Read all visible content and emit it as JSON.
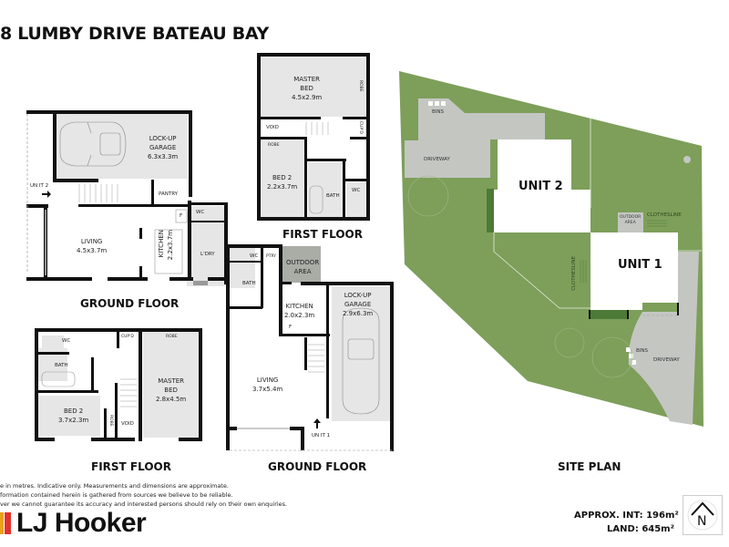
{
  "title": "8 LUMBY DRIVE BATEAU BAY",
  "colors": {
    "wall": "#111111",
    "room_grey": "#e6e6e6",
    "outdoor_grey": "#a9ada6",
    "lawn": "#7d9f5a",
    "driveway": "#c4c6c2",
    "hedge": "#4e7a37",
    "logo_orange": "#e8a21c",
    "logo_red": "#e4312b"
  },
  "unit2": {
    "ground_floor": {
      "label": "GROUND FLOOR",
      "entry": "UN IT 2",
      "rooms": {
        "garage": {
          "name": "LOCK-UP",
          "name2": "GARAGE",
          "size": "6.3x3.3m"
        },
        "pantry": "PANTRY",
        "living": {
          "name": "LIVING",
          "size": "4.5x3.7m"
        },
        "kitchen": {
          "name": "KITCHEN",
          "size": "2.2x3.7m"
        },
        "fridge": "F",
        "wc": "WC",
        "laundry": "L'DRY"
      }
    },
    "first_floor": {
      "label": "FIRST FLOOR",
      "rooms": {
        "master": {
          "name": "MASTER",
          "name2": "BED",
          "size": "4.5x2.9m"
        },
        "robe_master": "ROBE",
        "void": "VOID",
        "cupd": "CUP'D",
        "robe_bed2": "ROBE",
        "bed2": {
          "name": "BED 2",
          "size": "2.2x3.7m"
        },
        "bath": "BATH",
        "wc": "WC"
      }
    }
  },
  "unit1": {
    "ground_floor": {
      "label": "GROUND FLOOR",
      "entry": "UN IT 1",
      "rooms": {
        "wc": "WC",
        "ptry": "PTRY",
        "outdoor": {
          "name": "OUTDOOR",
          "name2": "AREA"
        },
        "bath": "BATH",
        "kitchen": {
          "name": "KITCHEN",
          "size": "2.0x2.3m"
        },
        "fridge": "F",
        "garage": {
          "name": "LOCK-UP",
          "name2": "GARAGE",
          "size": "2.9x6.3m"
        },
        "living": {
          "name": "LIVING",
          "size": "3.7x5.4m"
        }
      }
    },
    "first_floor": {
      "label": "FIRST FLOOR",
      "rooms": {
        "wc": "WC",
        "cupd": "CUP'D",
        "robe_master": "ROBE",
        "bath": "BATH",
        "master": {
          "name": "MASTER",
          "name2": "BED",
          "size": "2.8x4.5m"
        },
        "bed2": {
          "name": "BED 2",
          "size": "3.7x2.3m"
        },
        "robe_bed2": "ROBE",
        "void": "VOID"
      }
    }
  },
  "site_plan": {
    "label": "SITE PLAN",
    "unit2": "UNIT 2",
    "unit1": "UNIT 1",
    "bins_top": "BINS",
    "driveway_top": "DRIVEWAY",
    "outdoor": {
      "name": "OUTDOOR",
      "name2": "AREA"
    },
    "clothesline_right": "CLOTHESLINE",
    "clothesline_mid": "CLOTHESLINE",
    "bins_bottom": "BINS",
    "driveway_bottom": "DRIVEWAY"
  },
  "disclaimer": [
    "e in metres. Indicative only. Measurements and dimensions are approximate.",
    "formation contained herein is gathered from sources we believe to be reliable.",
    "ver we cannot guarantee its accuracy and interested persons should rely on their own enquiries."
  ],
  "brand": {
    "name": "LJ Hooker"
  },
  "areas": {
    "internal_label": "APPROX. INT:",
    "internal_value": "196m²",
    "land_label": "LAND:",
    "land_value": "645m²"
  },
  "compass": {
    "letter": "N"
  }
}
